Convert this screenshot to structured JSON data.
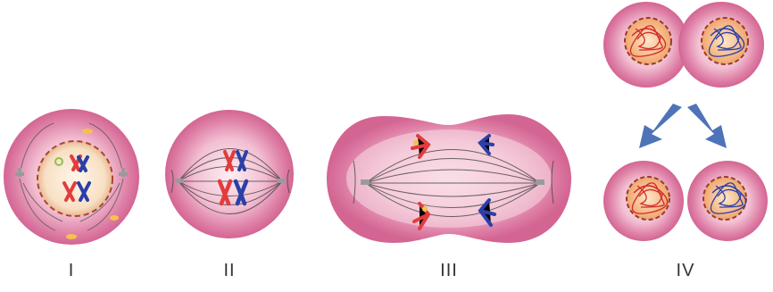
{
  "stages": [
    {
      "label": "I"
    },
    {
      "label": "II"
    },
    {
      "label": "III"
    },
    {
      "label": "IV"
    }
  ],
  "colors": {
    "cell": "#d9719a",
    "cell_light": "#f3c7d6",
    "cell_core": "#fbe9ee",
    "nucleus": "#f5d9b8",
    "nucleus_border": "#b34a3c",
    "chromosome_red": "#e23c3c",
    "chromosome_blue": "#2b3fa8",
    "spindle": "#4a4a4a",
    "arrow": "#4f73b8",
    "centriole": "#b8b8b8"
  },
  "icons": [
    "cell-prophase",
    "cell-metaphase",
    "cell-anaphase",
    "cell-telophase",
    "arrow-down-left",
    "arrow-down-right"
  ]
}
